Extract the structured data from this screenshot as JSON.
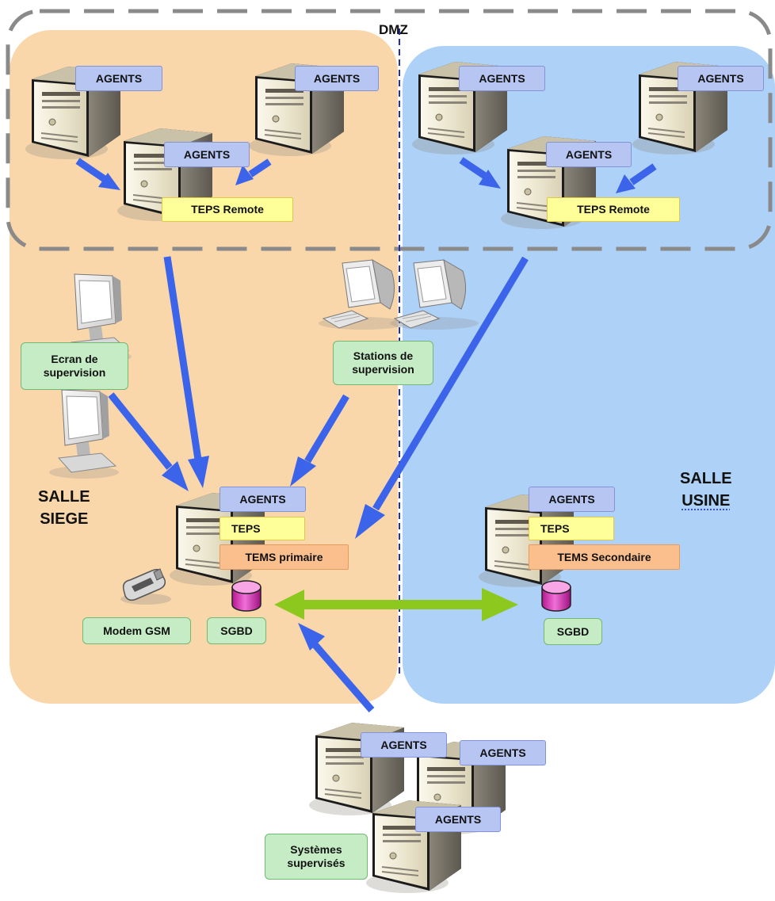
{
  "zones": {
    "dmz": "DMZ",
    "salle_siege": {
      "line1": "SALLE",
      "line2": "SIEGE"
    },
    "salle_usine": {
      "line1": "SALLE",
      "line2": "USINE"
    }
  },
  "labels": {
    "agents": "AGENTS",
    "teps_remote_left": "TEPS Remote",
    "teps_remote_right": "TEPS Remote",
    "teps_siege": "TEPS",
    "teps_usine": "TEPS",
    "tems_primaire": "TEMS primaire",
    "tems_secondaire": "TEMS Secondaire",
    "sgbd_siege": "SGBD",
    "sgbd_usine": "SGBD",
    "modem_gsm": "Modem GSM",
    "ecran_supervision": "Ecran de\nsupervision",
    "stations_supervision": "Stations de\nsupervision",
    "systemes_supervises": "Systèmes\nsupervisés"
  },
  "colors": {
    "zone_siege": "#fad7ab",
    "zone_usine": "#aed1f7",
    "arrow_blue": "#3c64ea",
    "arrow_green": "#8dc81e",
    "dmz_border": "#8a8a8a",
    "dmz_divider": "#1f2fb0",
    "database": "#e040c0"
  },
  "icons": [
    "server-icon",
    "monitor-icon",
    "workstation-icon",
    "mobile-phone-icon",
    "database-icon"
  ]
}
